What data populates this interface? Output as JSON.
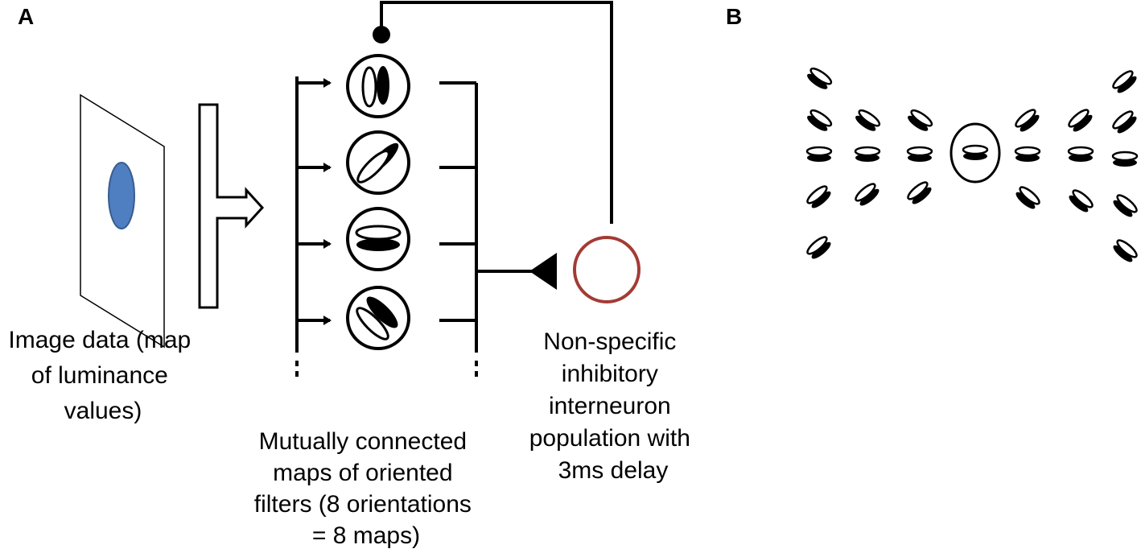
{
  "panels": {
    "a": "A",
    "b": "B"
  },
  "captions": {
    "image_data": [
      "Image data (map",
      "of luminance",
      "values)"
    ],
    "maps": [
      "Mutually connected",
      "maps of oriented",
      "filters (8 orientations",
      "= 8 maps)"
    ],
    "interneuron": [
      "Non-specific",
      "inhibitory",
      "interneuron",
      "population with",
      "3ms delay"
    ]
  },
  "colors": {
    "stimulus_blob": "#4f7fc0",
    "stimulus_outline": "#375d91",
    "interneuron_outline": "#a33b35",
    "line": "#000000"
  },
  "orientation_maps": [
    {
      "name": "map-vertical",
      "angle_deg": 90
    },
    {
      "name": "map-diagonal-45",
      "angle_deg": 45
    },
    {
      "name": "map-horizontal",
      "angle_deg": 0
    },
    {
      "name": "map-diagonal-135",
      "angle_deg": 135
    }
  ]
}
